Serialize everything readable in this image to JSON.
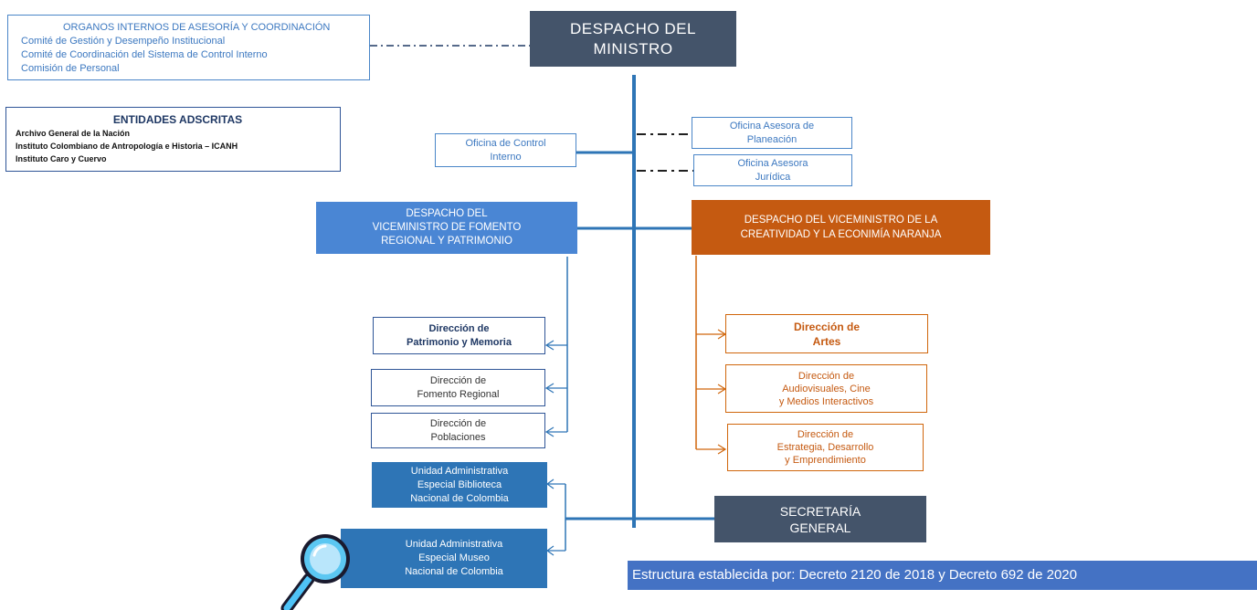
{
  "minister": {
    "lines": [
      "DESPACHO DEL",
      "MINISTRO"
    ]
  },
  "organos": {
    "title": "ORGANOS INTERNOS DE ASESORÍA Y COORDINACIÓN",
    "items": [
      "Comité de Gestión y Desempeño Institucional",
      "Comité de Coordinación del Sistema de Control Interno",
      "Comisión de Personal"
    ]
  },
  "entidades": {
    "title": "ENTIDADES ADSCRITAS",
    "items": [
      "Archivo General de la Nación",
      "Instituto Colombiano de Antropología e Historia – ICANH",
      "Instituto Caro y Cuervo"
    ]
  },
  "control_interno": {
    "lines": [
      "Oficina de Control",
      "Interno"
    ]
  },
  "planeacion": {
    "lines": [
      "Oficina Asesora de",
      "Planeación"
    ]
  },
  "juridica": {
    "lines": [
      "Oficina Asesora",
      "Jurídica"
    ]
  },
  "vice_fomento": {
    "lines": [
      "DESPACHO DEL",
      "VICEMINISTRO DE FOMENTO",
      "REGIONAL Y PATRIMONIO"
    ]
  },
  "vice_creatividad": {
    "lines": [
      "DESPACHO DEL VICEMINISTRO DE LA",
      "CREATIVIDAD Y LA ECONIMÍA NARANJA"
    ]
  },
  "dir_patrimonio": {
    "lines": [
      "Dirección de",
      "Patrimonio  y Memoria"
    ]
  },
  "dir_fomento": {
    "lines": [
      "Dirección  de",
      "Fomento Regional"
    ]
  },
  "dir_poblaciones": {
    "lines": [
      "Dirección  de",
      "Poblaciones"
    ]
  },
  "dir_artes": {
    "lines": [
      "Dirección de",
      "Artes"
    ]
  },
  "dir_audiovisuales": {
    "lines": [
      "Dirección de",
      "Audiovisuales, Cine",
      "y Medios Interactivos"
    ]
  },
  "dir_estrategia": {
    "lines": [
      "Dirección de",
      "Estrategia, Desarrollo",
      "y Emprendimiento"
    ]
  },
  "biblioteca": {
    "lines": [
      "Unidad Administrativa",
      "Especial Biblioteca",
      "Nacional de Colombia"
    ]
  },
  "museo": {
    "lines": [
      "Unidad Administrativa",
      "Especial Museo",
      "Nacional de Colombia"
    ]
  },
  "secretaria": {
    "lines": [
      "SECRETARÍA",
      "GENERAL"
    ]
  },
  "footer": {
    "text": "Estructura establecida por: Decreto 2120 de 2018 y Decreto 692 de 2020"
  },
  "colors": {
    "navy": "#44546a",
    "blue": "#4a86d4",
    "mid_blue": "#2e75b6",
    "orange": "#c55a11",
    "connector": "#2e75b6",
    "footer_bg": "#4472c4"
  },
  "icons": {
    "search": "magnifier-icon"
  }
}
